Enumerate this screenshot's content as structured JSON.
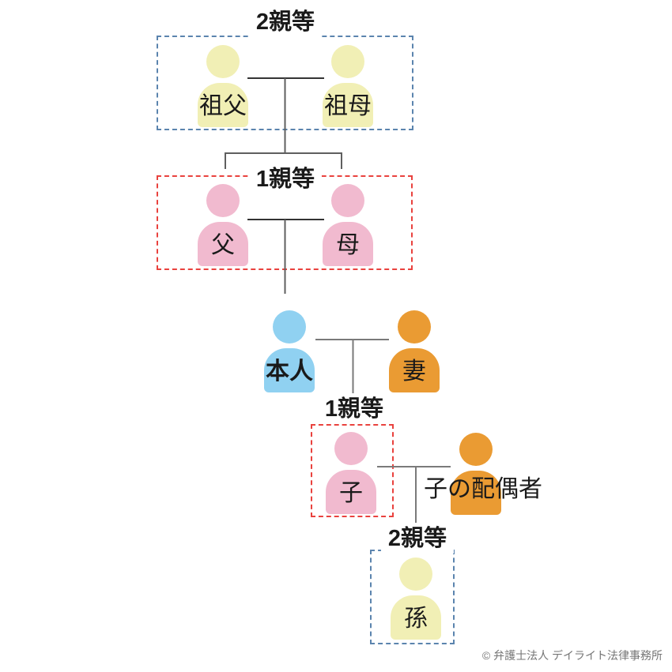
{
  "degree_labels": {
    "grandparents": "2親等",
    "parents": "1親等",
    "child": "1親等",
    "grandchild": "2親等"
  },
  "labels": {
    "grandfather": "祖父",
    "grandmother": "祖母",
    "father": "父",
    "mother": "母",
    "self": "本人",
    "wife": "妻",
    "child": "子",
    "child_spouse": "子の配偶者",
    "grandchild": "孫"
  },
  "colors": {
    "figure_yellow": "#F1EFB5",
    "figure_pink": "#F1BACF",
    "figure_blue": "#90D1F1",
    "figure_orange": "#EA9B33",
    "self_label_red": "#D8192C",
    "box_blue_border": "#5B84AE",
    "box_red_border": "#E9423E",
    "connector_dark": "#333333",
    "connector_mid": "#5F5F5F",
    "connector_light": "#7A7A7A",
    "copyright_gray": "#757575"
  },
  "footer": {
    "copyright": "© 弁護士法人 デイライト法律事務所"
  }
}
